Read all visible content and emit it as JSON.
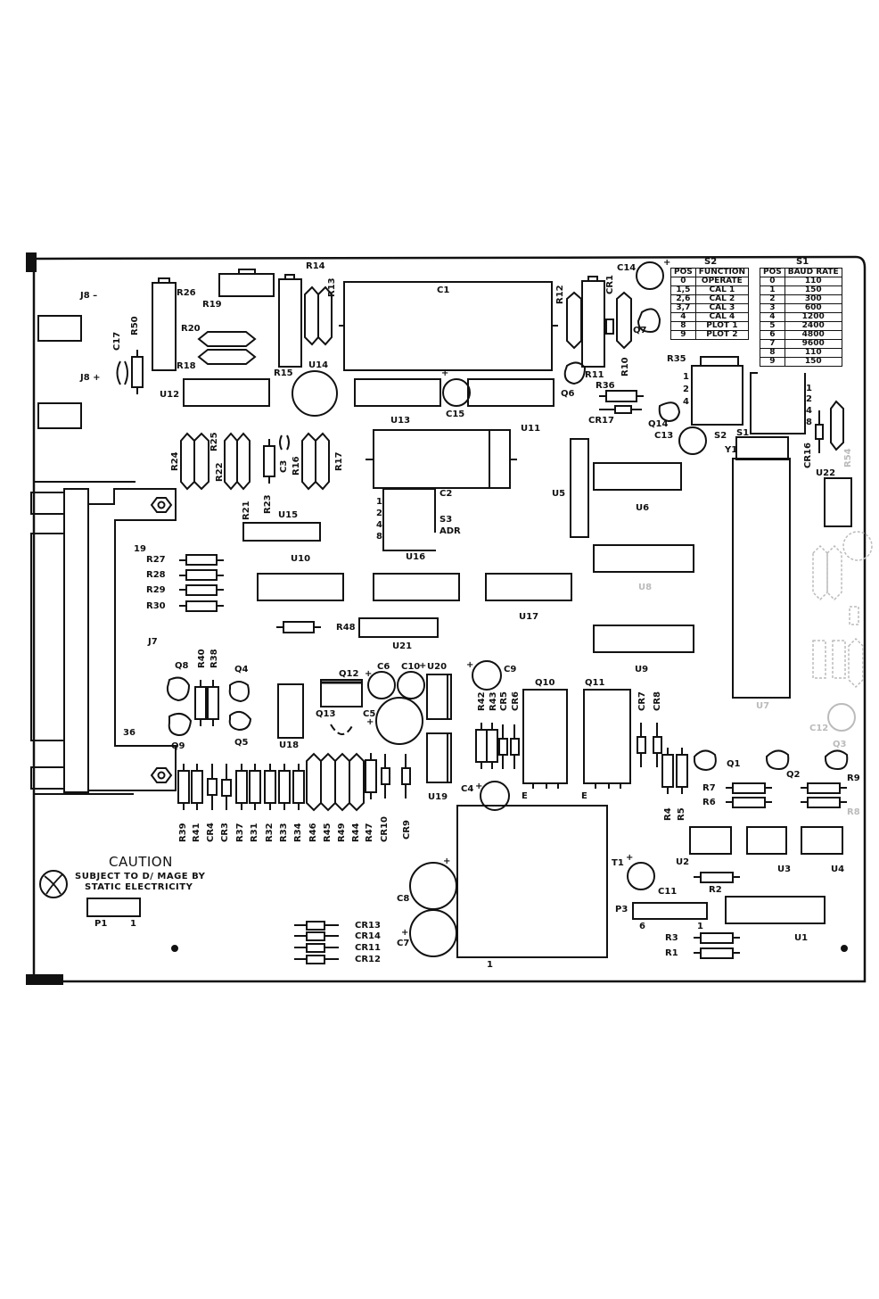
{
  "diagram": {
    "type": "pcb-component-layout",
    "caution": {
      "title": "CAUTION",
      "line1": "SUBJECT  TO  D/ MAGE BY",
      "line2": "STATIC   ELECTRICITY"
    },
    "s2_table": {
      "title": "S2",
      "headers": [
        "POS",
        "FUNCTION"
      ],
      "rows": [
        [
          "0",
          "OPERATE"
        ],
        [
          "1,5",
          "CAL 1"
        ],
        [
          "2,6",
          "CAL 2"
        ],
        [
          "3,7",
          "CAL 3"
        ],
        [
          "4",
          "CAL 4"
        ],
        [
          "8",
          "PLOT 1"
        ],
        [
          "9",
          "PLOT 2"
        ]
      ]
    },
    "s1_table": {
      "title": "S1",
      "headers": [
        "POS",
        "BAUD RATE"
      ],
      "rows": [
        [
          "0",
          "110"
        ],
        [
          "1",
          "150"
        ],
        [
          "2",
          "300"
        ],
        [
          "3",
          "600"
        ],
        [
          "4",
          "1200"
        ],
        [
          "5",
          "2400"
        ],
        [
          "6",
          "4800"
        ],
        [
          "7",
          "9600"
        ],
        [
          "8",
          "110"
        ],
        [
          "9",
          "150"
        ]
      ]
    },
    "labels": {
      "J8m": "J8 –",
      "J8p": "J8 +",
      "R26": "R26",
      "R19": "R19",
      "R14": "R14",
      "R13": "R13",
      "R20": "R20",
      "R18": "R18",
      "R15": "R15",
      "U14": "U14",
      "U12": "U12",
      "C17": "C17",
      "R50": "R50",
      "C1": "C1",
      "R12": "R12",
      "CR1": "CR1",
      "C14": "C14",
      "Q7": "Q7",
      "R10": "R10",
      "R11": "R11",
      "Q6": "Q6",
      "R36": "R36",
      "CR17": "CR17",
      "C15": "C15",
      "U13": "U13",
      "U11": "U11",
      "R35": "R35",
      "Q14": "Q14",
      "C13": "C13",
      "S2": "S2",
      "S1": "S1",
      "Y1": "Y1",
      "CR16": "CR16",
      "R54": "R54",
      "U22": "U22",
      "R24": "R24",
      "R25": "R25",
      "R22": "R22",
      "C3": "C3",
      "R16": "R16",
      "R17": "R17",
      "C2": "C2",
      "S3": "S3",
      "ADR": "ADR",
      "U5": "U5",
      "U6": "U6",
      "R21": "R21",
      "R23": "R23",
      "U15": "U15",
      "U16": "U16",
      "U10": "U10",
      "U8": "U8",
      "U17": "U17",
      "R48": "R48",
      "U21": "U21",
      "U9": "U9",
      "U7": "U7",
      "pin19": "19",
      "R27": "R27",
      "R28": "R28",
      "R29": "R29",
      "R30": "R30",
      "J7": "J7",
      "pin36": "36",
      "Q8": "Q8",
      "R40": "R40",
      "R38": "R38",
      "Q4": "Q4",
      "Q9": "Q9",
      "Q5": "Q5",
      "U18": "U18",
      "Q12": "Q12",
      "Q13": "Q13",
      "C6": "C6",
      "C10": "C10",
      "U20": "U20",
      "C5": "C5",
      "C9": "C9",
      "R42": "R42",
      "R43": "R43",
      "CR5": "CR5",
      "CR6": "CR6",
      "Q10": "Q10",
      "Q11": "Q11",
      "CR7": "CR7",
      "CR8": "CR8",
      "U19": "U19",
      "C4": "C4",
      "E1": "E",
      "E2": "E",
      "R4": "R4",
      "R5": "R5",
      "Q1": "Q1",
      "Q2": "Q2",
      "Q3": "Q3",
      "C12": "C12",
      "R7": "R7",
      "R6": "R6",
      "R9": "R9",
      "R8": "R8",
      "U2": "U2",
      "U3": "U3",
      "U4": "U4",
      "T1": "T1",
      "C11": "C11",
      "R2": "R2",
      "P3": "P3",
      "P3_6": "6",
      "P3_1": "1",
      "U1": "U1",
      "R3": "R3",
      "R1": "R1",
      "C8": "C8",
      "C7": "C7",
      "pin1": "1",
      "CR13": "CR13",
      "CR14": "CR14",
      "CR11": "CR11",
      "CR12": "CR12",
      "P1": "P1",
      "P1_1": "1",
      "R39": "R39",
      "R41": "R41",
      "CR4": "CR4",
      "CR3": "CR3",
      "R37": "R37",
      "R31": "R31",
      "R32": "R32",
      "R33": "R33",
      "R34": "R34",
      "R46": "R46",
      "R45": "R45",
      "R49": "R49",
      "R44": "R44",
      "R47": "R47",
      "CR10": "CR10",
      "CR9": "CR9",
      "sw_1": "1",
      "sw_2": "2",
      "sw_4": "4",
      "sw_8": "8",
      "plus": "+"
    }
  }
}
